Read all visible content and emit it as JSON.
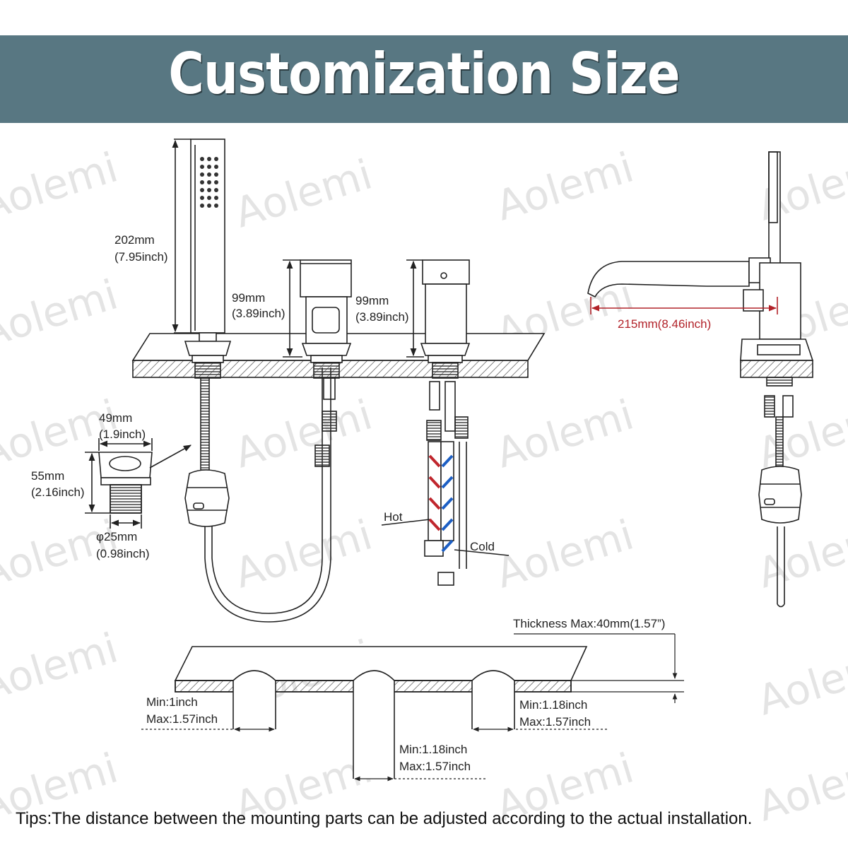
{
  "banner": {
    "title": "Customization Size",
    "color": "#587782"
  },
  "watermark": "Aolemi",
  "handshower": {
    "height_mm": "202mm",
    "height_in": "(7.95inch)"
  },
  "valve_left": {
    "height_mm": "99mm",
    "height_in": "(3.89inch)"
  },
  "valve_right": {
    "height_mm": "99mm",
    "height_in": "(3.89inch)"
  },
  "base": {
    "width_mm": "49mm",
    "width_in": "(1.9inch)",
    "height_mm": "55mm",
    "height_in": "(2.16inch)",
    "thread_mm": "φ25mm",
    "thread_in": "(0.98inch)"
  },
  "hoses": {
    "hot": "Hot",
    "cold": "Cold"
  },
  "spout": {
    "reach": "215mm(8.46inch)",
    "color": "#b2232a"
  },
  "deck": {
    "thickness": "Thickness Max:40mm(1.57”)",
    "hole_left": {
      "min": "Min:1inch",
      "max": "Max:1.57inch"
    },
    "hole_right": {
      "min": "Min:1.18inch",
      "max": "Max:1.57inch"
    },
    "hole_middle": {
      "min": "Min:1.18inch",
      "max": "Max:1.57inch"
    }
  },
  "tips": "Tips:The distance between the mounting parts can be adjusted according to the actual installation."
}
